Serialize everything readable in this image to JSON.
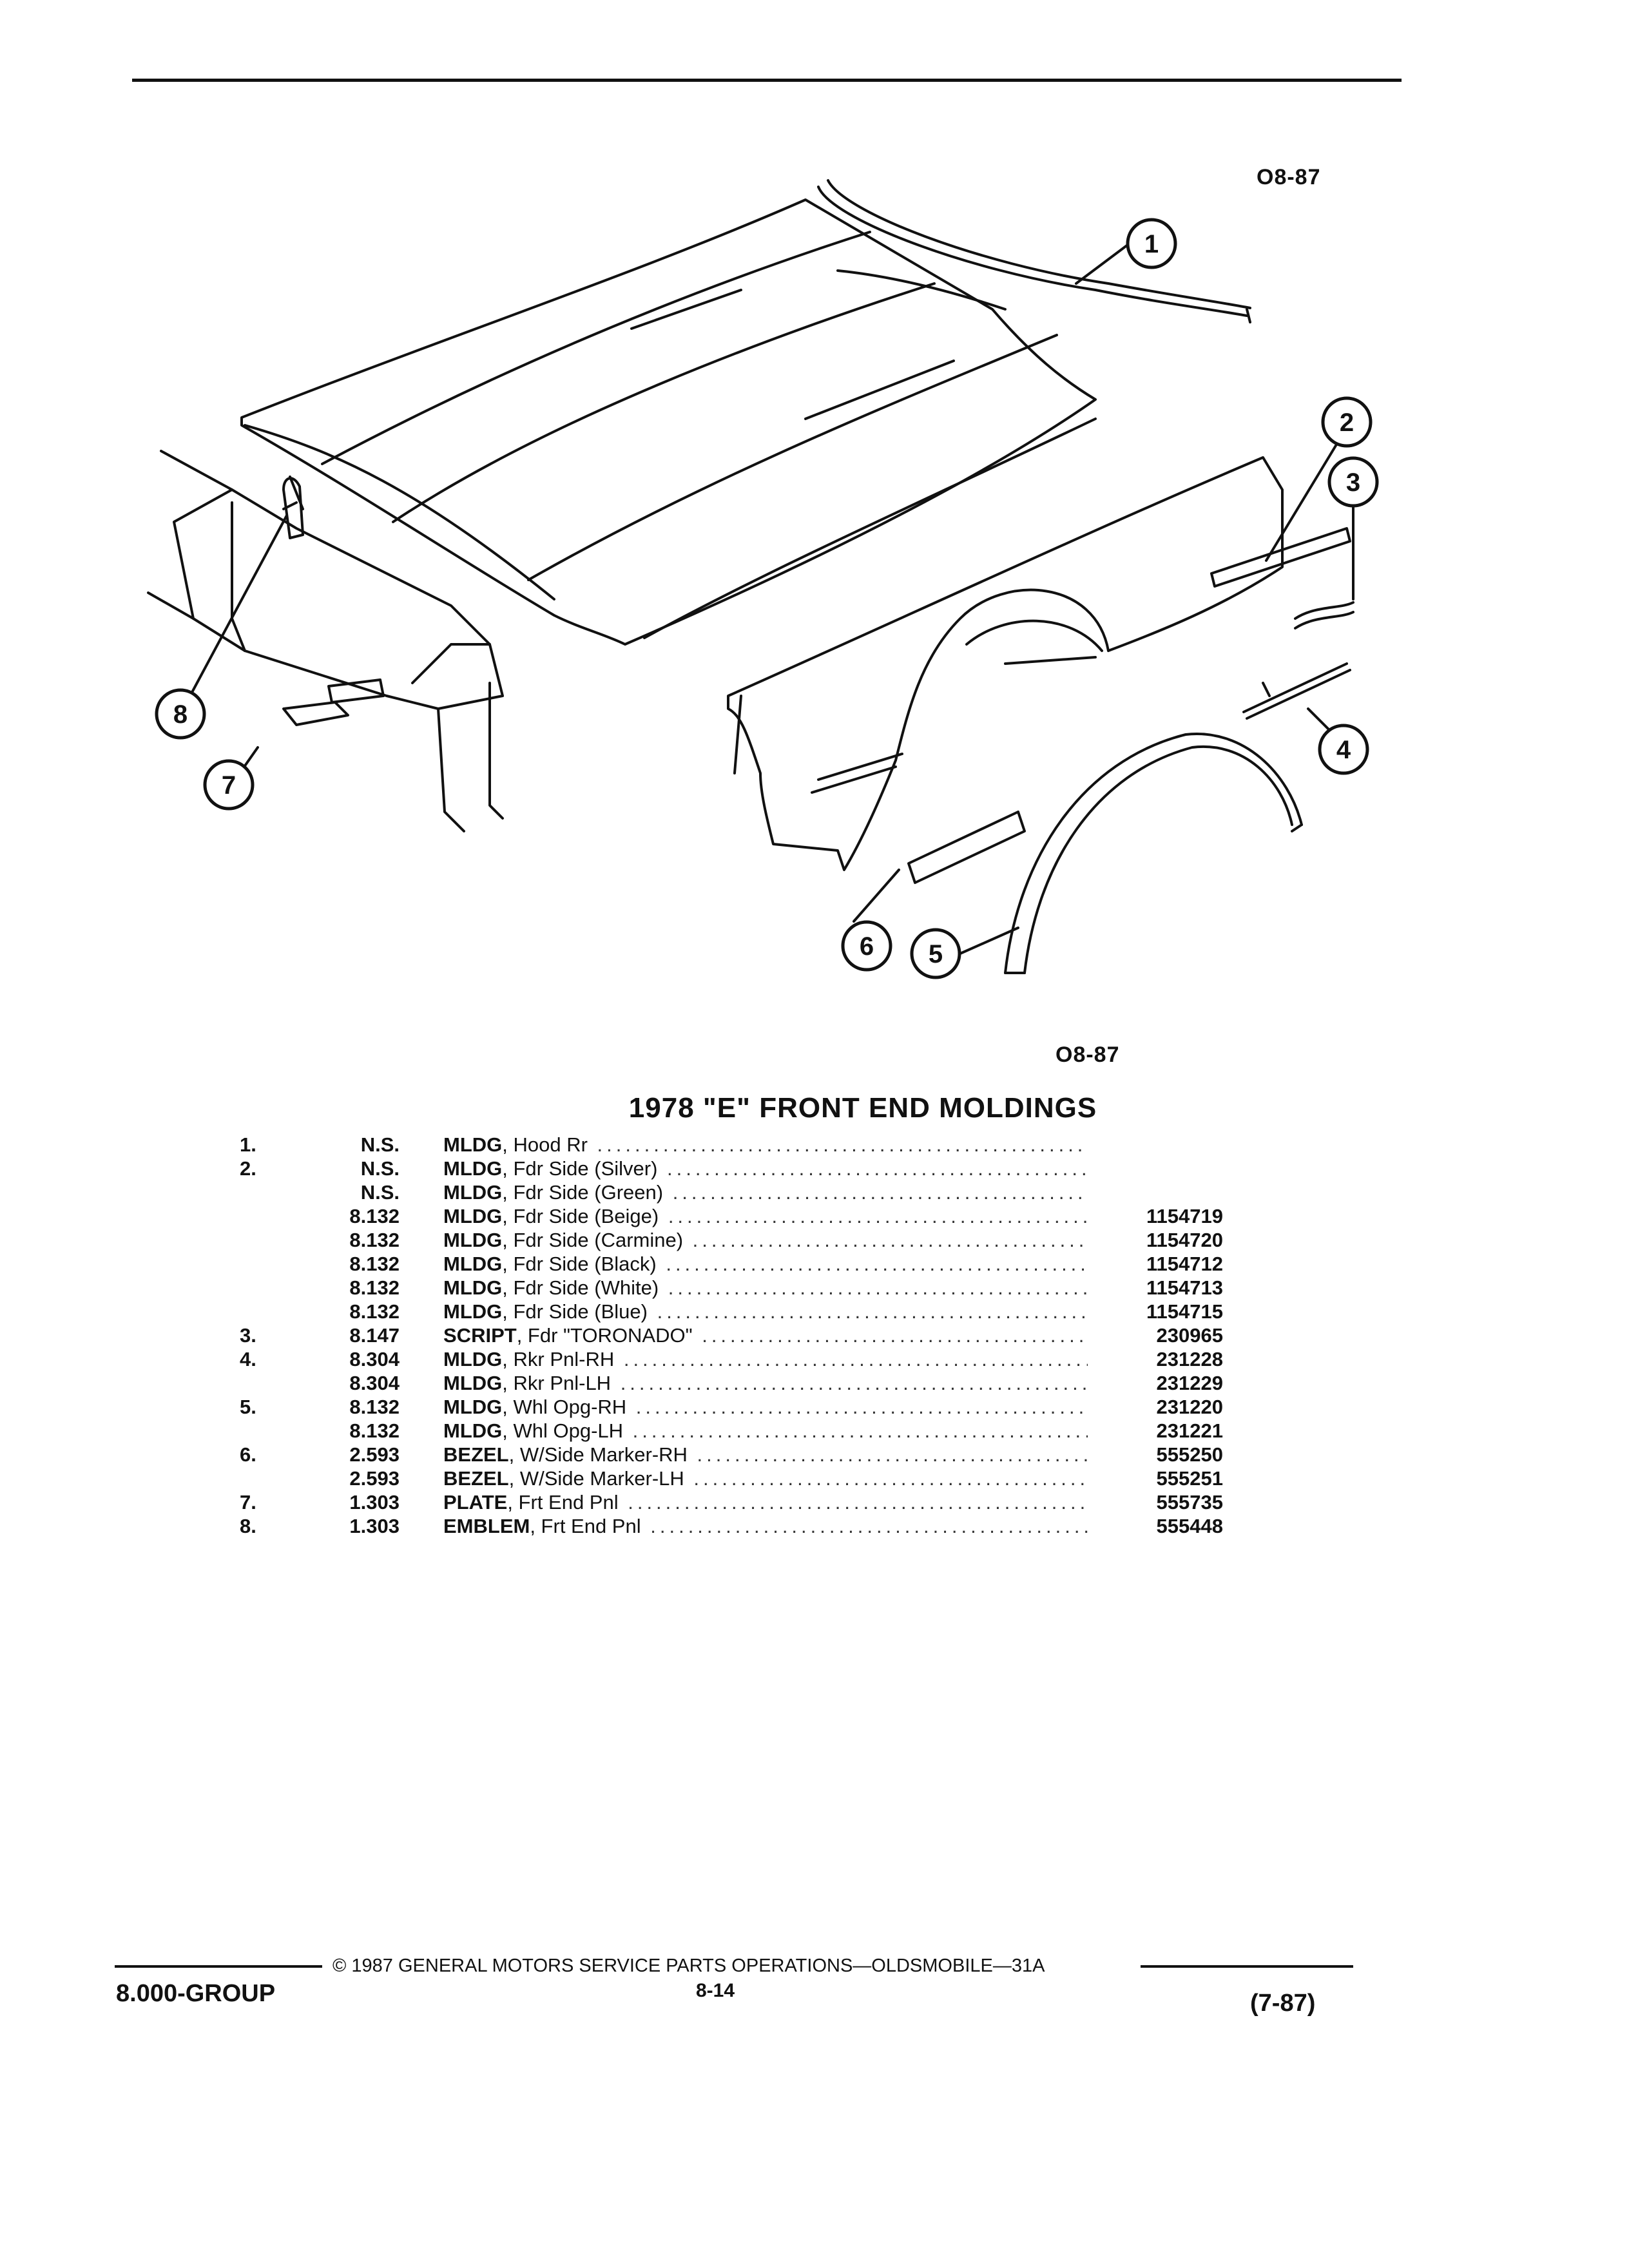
{
  "header": {
    "code_top": "O8-87",
    "code_mid": "O8-87"
  },
  "title": "1978 \"E\" FRONT END MOLDINGS",
  "callouts": [
    "1",
    "2",
    "3",
    "4",
    "5",
    "6",
    "7",
    "8"
  ],
  "parts": [
    {
      "item": "1.",
      "group": "N.S.",
      "name": "MLDG",
      "detail": ", Hood Rr",
      "part": ""
    },
    {
      "item": "2.",
      "group": "N.S.",
      "name": "MLDG",
      "detail": ", Fdr Side (Silver)",
      "part": ""
    },
    {
      "item": "",
      "group": "N.S.",
      "name": "MLDG",
      "detail": ", Fdr Side (Green)",
      "part": ""
    },
    {
      "item": "",
      "group": "8.132",
      "name": "MLDG",
      "detail": ", Fdr Side (Beige)",
      "part": "1154719"
    },
    {
      "item": "",
      "group": "8.132",
      "name": "MLDG",
      "detail": ", Fdr Side (Carmine)",
      "part": "1154720"
    },
    {
      "item": "",
      "group": "8.132",
      "name": "MLDG",
      "detail": ", Fdr Side (Black)",
      "part": "1154712"
    },
    {
      "item": "",
      "group": "8.132",
      "name": "MLDG",
      "detail": ", Fdr Side (White)",
      "part": "1154713"
    },
    {
      "item": "",
      "group": "8.132",
      "name": "MLDG",
      "detail": ", Fdr Side (Blue)",
      "part": "1154715"
    },
    {
      "item": "3.",
      "group": "8.147",
      "name": "SCRIPT",
      "detail": ", Fdr \"TORONADO\"",
      "part": "230965"
    },
    {
      "item": "4.",
      "group": "8.304",
      "name": "MLDG",
      "detail": ", Rkr Pnl-RH",
      "part": "231228"
    },
    {
      "item": "",
      "group": "8.304",
      "name": "MLDG",
      "detail": ", Rkr Pnl-LH",
      "part": "231229"
    },
    {
      "item": "5.",
      "group": "8.132",
      "name": "MLDG",
      "detail": ", Whl Opg-RH",
      "part": "231220"
    },
    {
      "item": "",
      "group": "8.132",
      "name": "MLDG",
      "detail": ", Whl Opg-LH",
      "part": "231221"
    },
    {
      "item": "6.",
      "group": "2.593",
      "name": "BEZEL",
      "detail": ", W/Side Marker-RH",
      "part": "555250"
    },
    {
      "item": "",
      "group": "2.593",
      "name": "BEZEL",
      "detail": ", W/Side Marker-LH",
      "part": "555251"
    },
    {
      "item": "7.",
      "group": "1.303",
      "name": "PLATE",
      "detail": ", Frt End Pnl",
      "part": "555735"
    },
    {
      "item": "8.",
      "group": "1.303",
      "name": "EMBLEM",
      "detail": ", Frt End Pnl",
      "part": "555448"
    }
  ],
  "footer": {
    "copyright": "© 1987 GENERAL MOTORS SERVICE PARTS OPERATIONS—OLDSMOBILE—31A",
    "group": "8.000-GROUP",
    "page": "8-14",
    "revision": "(7-87)"
  }
}
